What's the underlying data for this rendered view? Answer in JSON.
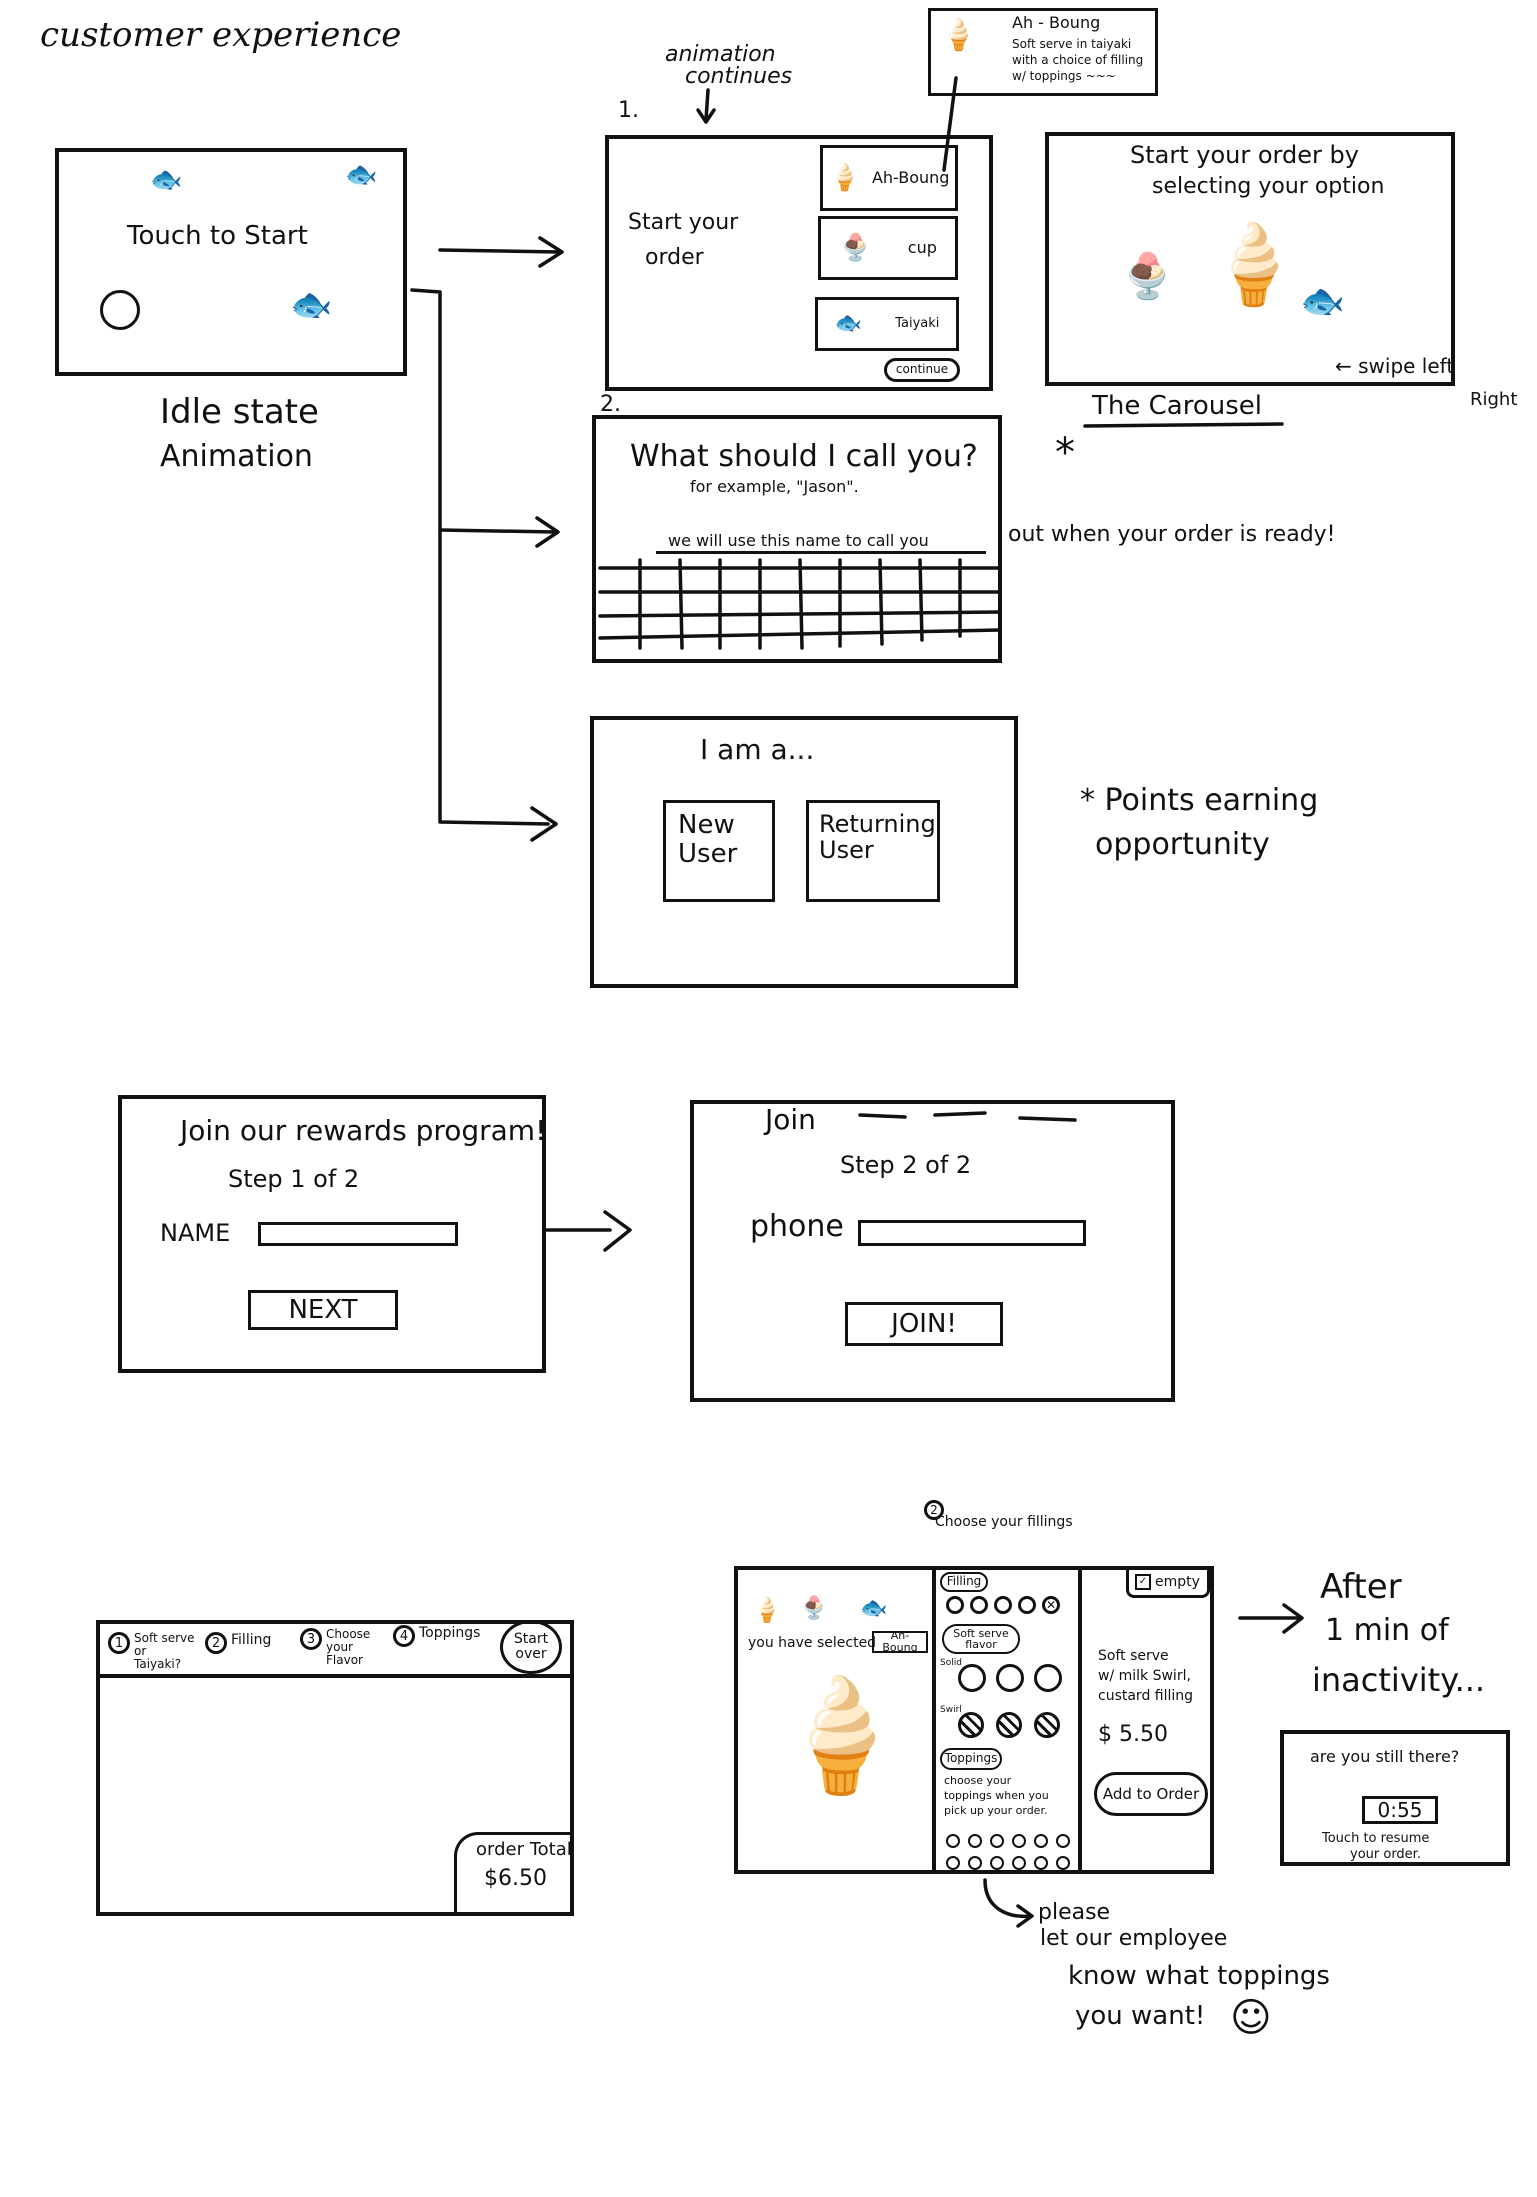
{
  "header": {
    "title": "customer experience"
  },
  "idle": {
    "screen_text": "Touch to Start",
    "label_line1": "Idle  state",
    "label_line2": "Animation"
  },
  "screen1": {
    "number": "1.",
    "annotation_line1": "animation",
    "annotation_line2": "continues",
    "start_line1": "Start your",
    "start_line2": "order",
    "options": [
      "Ah-Boung",
      "cup",
      "Taiyaki"
    ],
    "continue_label": "continue",
    "callout": {
      "title": "Ah - Boung",
      "line1": "Soft serve in taiyaki",
      "line2": "with a choice of filling",
      "line3": "w/ toppings ~~~"
    }
  },
  "carousel": {
    "line1": "Start your order by",
    "line2": "selecting your option",
    "swipe_note": "← swipe left",
    "swipe_right": "Right",
    "caption": "The Carousel"
  },
  "screen2": {
    "number": "2.",
    "question": "What should I call you?",
    "example": "for example, \"Jason\".",
    "note_inside": "we will use this name to call you",
    "note_outside": "out when your order is ready!",
    "asterisk": "*"
  },
  "screen3": {
    "title": "I am a...",
    "new_user": "New User",
    "returning_user": "Returning User"
  },
  "points_note": {
    "line1": "* Points earning",
    "line2": "opportunity"
  },
  "rewards_step1": {
    "title": "Join our rewards program!",
    "step": "Step  1 of 2",
    "name_label": "NAME",
    "next_label": "NEXT"
  },
  "rewards_step2": {
    "title": "Join",
    "step": "Step  2 of 2",
    "phone_label": "phone",
    "join_label": "JOIN!"
  },
  "order_frame": {
    "steps": [
      "Soft serve or Taiyaki?",
      "Filling",
      "Choose your Flavor",
      "Toppings"
    ],
    "step_numbers": [
      "1",
      "2",
      "3",
      "4"
    ],
    "start_over": "Start over",
    "total_label": "order Total",
    "total_value": "$6.50"
  },
  "fillings_screen": {
    "step_number": "2",
    "heading": "Choose your fillings",
    "selected_prefix": "you have selected",
    "selected_value": "Ah-Boung",
    "filling_tag": "Filling",
    "flavor_tag": "Soft serve flavor",
    "solid_label": "Solid",
    "swirl_label": "Swirl",
    "toppings_tag": "Toppings",
    "toppings_note": "choose your toppings when you pick up your order.",
    "empty_label": "empty",
    "summary_line1": "Soft serve",
    "summary_line2": "w/ milk Swirl,",
    "summary_line3": "custard filling",
    "price": "$ 5.50",
    "add_to_order": "Add to Order",
    "after_note_line1": "After",
    "after_note_line2": "1 min of",
    "after_note_line3": "inactivity..."
  },
  "inactivity": {
    "question": "are you still there?",
    "timer": "0:55",
    "line1": "Touch to resume",
    "line2": "your order."
  },
  "toppings_note": {
    "line1": "please",
    "line2": "let our employee",
    "line3": "know what toppings",
    "line4": "you want!"
  }
}
